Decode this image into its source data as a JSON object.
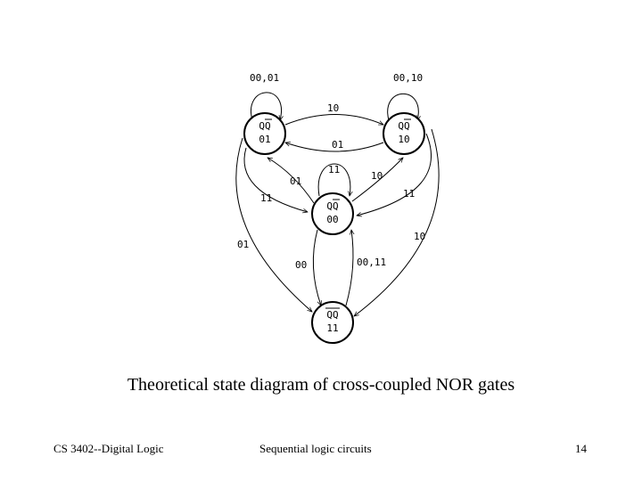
{
  "diagram": {
    "states": [
      {
        "id": "s01",
        "header": "QQ",
        "code": "01"
      },
      {
        "id": "s10",
        "header": "QQ",
        "code": "10"
      },
      {
        "id": "s00",
        "header": "QQ",
        "code": "00"
      },
      {
        "id": "s11",
        "header": "QQ",
        "code": "11"
      }
    ],
    "transition_labels": {
      "self_s01": "00,01",
      "self_s10": "00,10",
      "s01_to_s10": "10",
      "s10_to_s01": "01",
      "s00_to_s01": "01",
      "s00_self_top": "11",
      "s00_to_s10": "10",
      "s01_to_s00": "11",
      "s10_to_s00": "11",
      "s01_to_s11": "01",
      "s10_to_s11": "10",
      "s00_to_s11": "00",
      "s11_to_s00": "00,11"
    }
  },
  "caption": "Theoretical state diagram of cross-coupled NOR gates",
  "footer": {
    "left": "CS 3402--Digital Logic",
    "center": "Sequential logic circuits",
    "page_number": "14"
  }
}
